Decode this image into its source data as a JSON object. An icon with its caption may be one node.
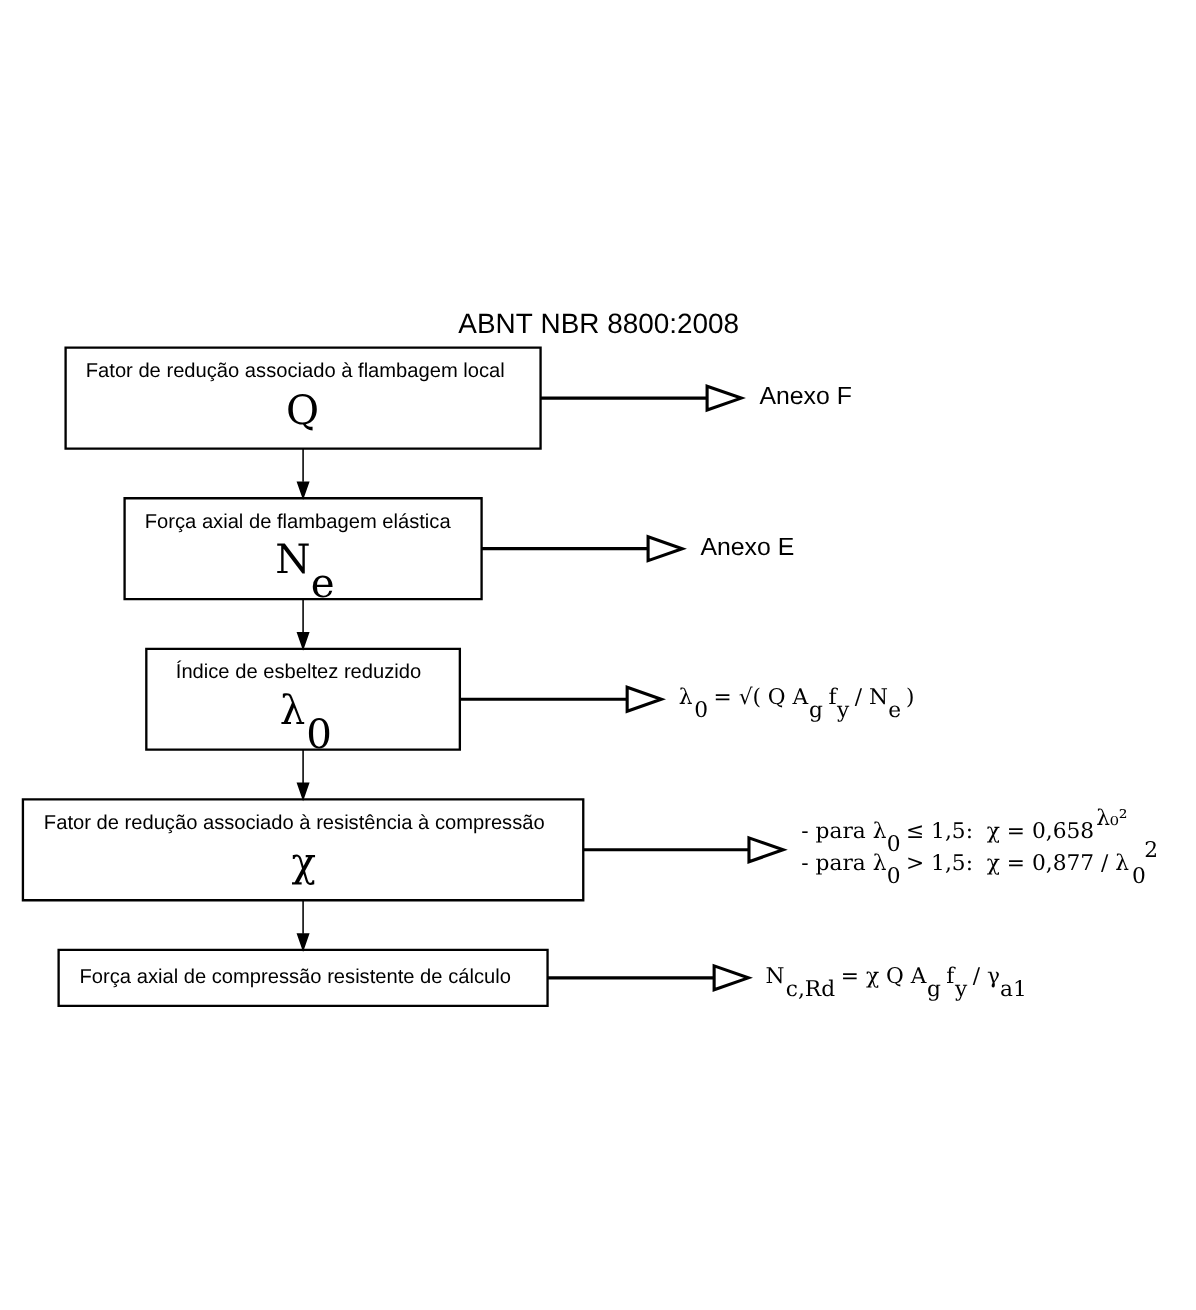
{
  "diagram": {
    "title": "ABNT NBR 8800:2008",
    "nodes": [
      {
        "text": [
          "Fator de redução associado à flambagem local",
          "Q"
        ]
      },
      {
        "text": [
          "Força axial de flambagem elástica",
          "N$_{e}$"
        ]
      },
      {
        "text": [
          "Índice de esbeltez reduzido",
          "λ$_{0}$"
        ]
      },
      {
        "text": [
          "Fator de redução associado à resistência à compressão",
          "χ"
        ]
      },
      {
        "text": [
          "Força axial de compressão resistente de cálculo"
        ]
      },
      {
        "text": [
          "Anexo F"
        ]
      },
      {
        "text": [
          "Anexo E"
        ]
      },
      {
        "text": [
          "λ$_{0}$ = √( Q A$_{g}$ f$_{y}$ / N$_{e}$ )"
        ]
      },
      {
        "text": [
          "- para λ$_{0}$ ≤ 1,5:  χ = 0,658$^{λ₀²}$",
          "- para λ$_{0}$ > 1,5:  χ = 0,877 / λ$_{0}$$^{2}$"
        ]
      },
      {
        "text": [
          "N$_{c,Rd}$ = χ Q A$_{g}$ f$_{y}$ / γ$_{a1}$"
        ]
      }
    ],
    "edges": [
      {
        "from": 0,
        "to": 1,
        "arrow": "to"
      },
      {
        "from": 1,
        "to": 2,
        "arrow": "to"
      },
      {
        "from": 2,
        "to": 3,
        "arrow": "to"
      },
      {
        "from": 3,
        "to": 4,
        "arrow": "to"
      },
      {
        "from": 0,
        "to": 5,
        "arrow": "to"
      },
      {
        "from": 1,
        "to": 6,
        "arrow": "to"
      },
      {
        "from": 2,
        "to": 7,
        "arrow": "to"
      },
      {
        "from": 3,
        "to": 8,
        "arrow": "to"
      },
      {
        "from": 4,
        "to": 9,
        "arrow": "to"
      }
    ]
  }
}
